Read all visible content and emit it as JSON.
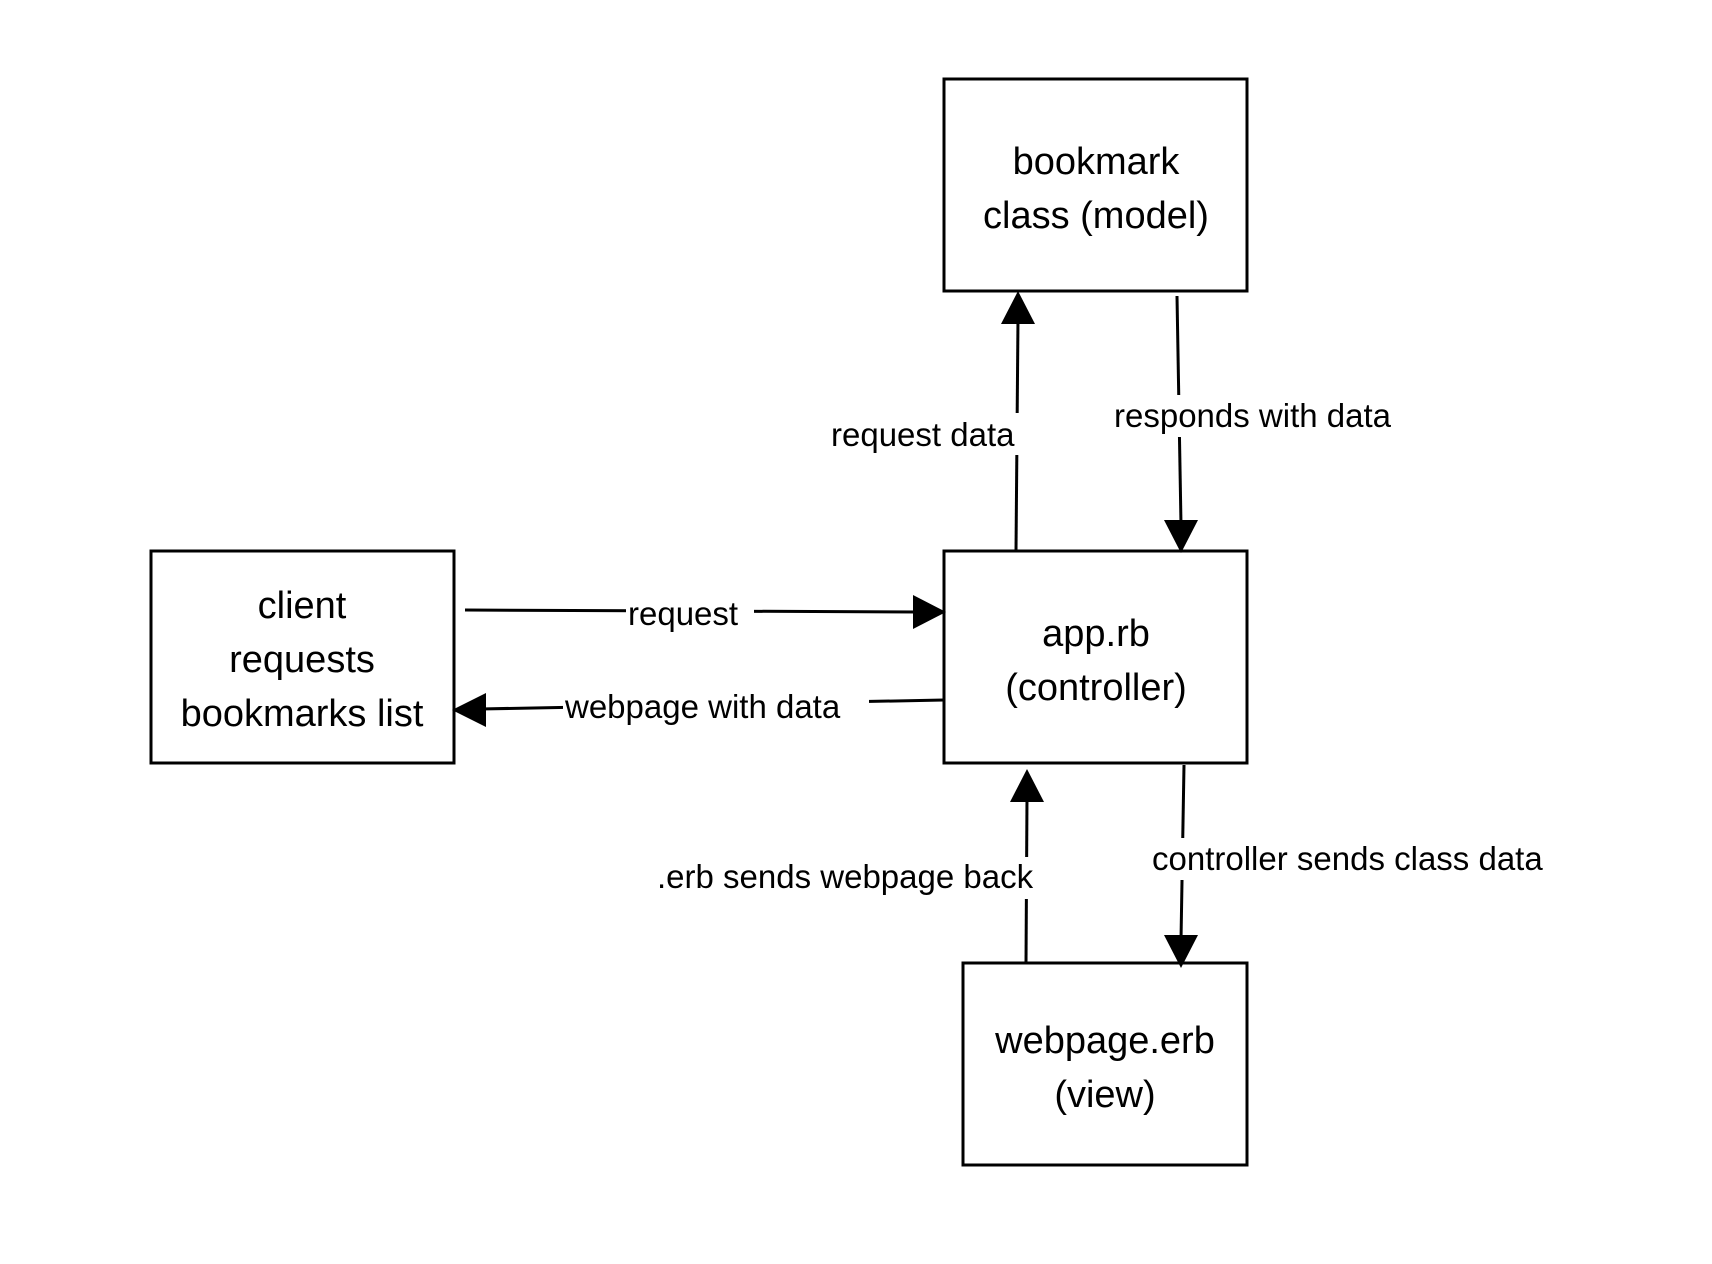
{
  "nodes": {
    "model": {
      "lines": [
        "bookmark",
        "class (model)"
      ]
    },
    "controller": {
      "lines": [
        "app.rb",
        "(controller)"
      ]
    },
    "client": {
      "lines": [
        "client",
        "requests",
        "bookmarks list"
      ]
    },
    "view": {
      "lines": [
        "webpage.erb",
        "(view)"
      ]
    }
  },
  "edges": {
    "request_data": "request data",
    "responds_with_data": "responds with data",
    "request": "request",
    "webpage_with_data": "webpage with data",
    "erb_sends_back": ".erb sends webpage back",
    "controller_sends": "controller sends class data"
  }
}
